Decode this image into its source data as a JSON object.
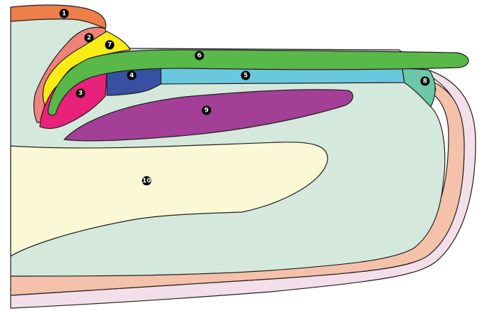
{
  "figure": {
    "colors": {
      "background": "#ffffff",
      "outline": "#231f20",
      "outer_band": "#f2dfe9",
      "middle_band": "#f4c1aa",
      "tissue": "#d4e9db",
      "region_1": "#ee7e4a",
      "region_2": "#f0817b",
      "region_3": "#e8217a",
      "region_4": "#3650a2",
      "region_5": "#69c7de",
      "region_6": "#58b848",
      "region_7": "#f7ec14",
      "region_8": "#6cc8a7",
      "region_9": "#a33f96",
      "region_10": "#fbf8d6"
    },
    "markers": [
      {
        "label": "1"
      },
      {
        "label": "2"
      },
      {
        "label": "3"
      },
      {
        "label": "4"
      },
      {
        "label": "5"
      },
      {
        "label": "6"
      },
      {
        "label": "7"
      },
      {
        "label": "8"
      },
      {
        "label": "9"
      },
      {
        "label": "10"
      }
    ]
  }
}
